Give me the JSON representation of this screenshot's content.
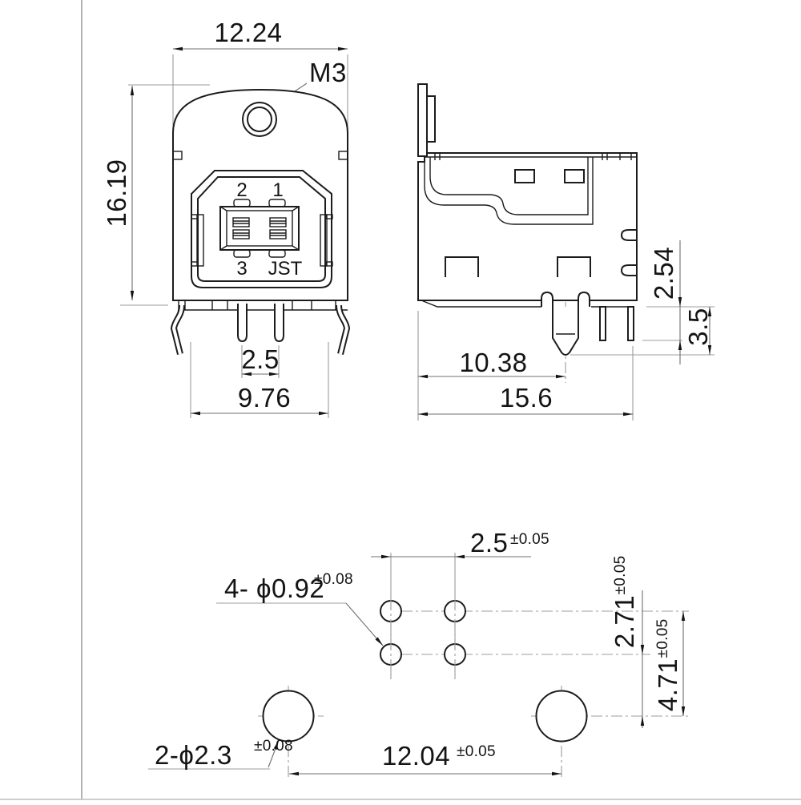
{
  "front_view": {
    "dim_width": "12.24",
    "dim_height": "16.19",
    "screw_label": "M3",
    "dim_pin_pitch": "2.5",
    "dim_leg_span": "9.76",
    "pin_label_2": "2",
    "pin_label_1": "1",
    "pin_label_3": "3",
    "brand_label": "JST"
  },
  "side_view": {
    "dim_standoff": "2.54",
    "dim_pin_length": "3.5",
    "dim_peg_offset": "10.38",
    "dim_depth": "15.6"
  },
  "bottom_view": {
    "dim_hole_pitch": "2.5",
    "dim_hole_pitch_tol": "±0.05",
    "callout_small_holes": "4- ϕ0.92",
    "callout_small_holes_tol": "±0.08",
    "dim_row_gap": "2.71",
    "dim_row_gap_tol": "±0.05",
    "dim_rows_span": "4.71",
    "dim_rows_span_tol": "±0.05",
    "callout_big_holes": "2-ϕ2.3",
    "callout_big_holes_tol": "±0.08",
    "dim_big_hole_pitch": "12.04",
    "dim_big_hole_pitch_tol": "±0.05"
  },
  "colors": {
    "object_line": "#1c1c1c",
    "dimension_line": "#6f6f6f",
    "extension_line": "#9c9c9c",
    "text": "#141414",
    "page_edge": "#9c9c9c",
    "page_edge_bottom": "#bdbdbd",
    "background": "#ffffff"
  }
}
